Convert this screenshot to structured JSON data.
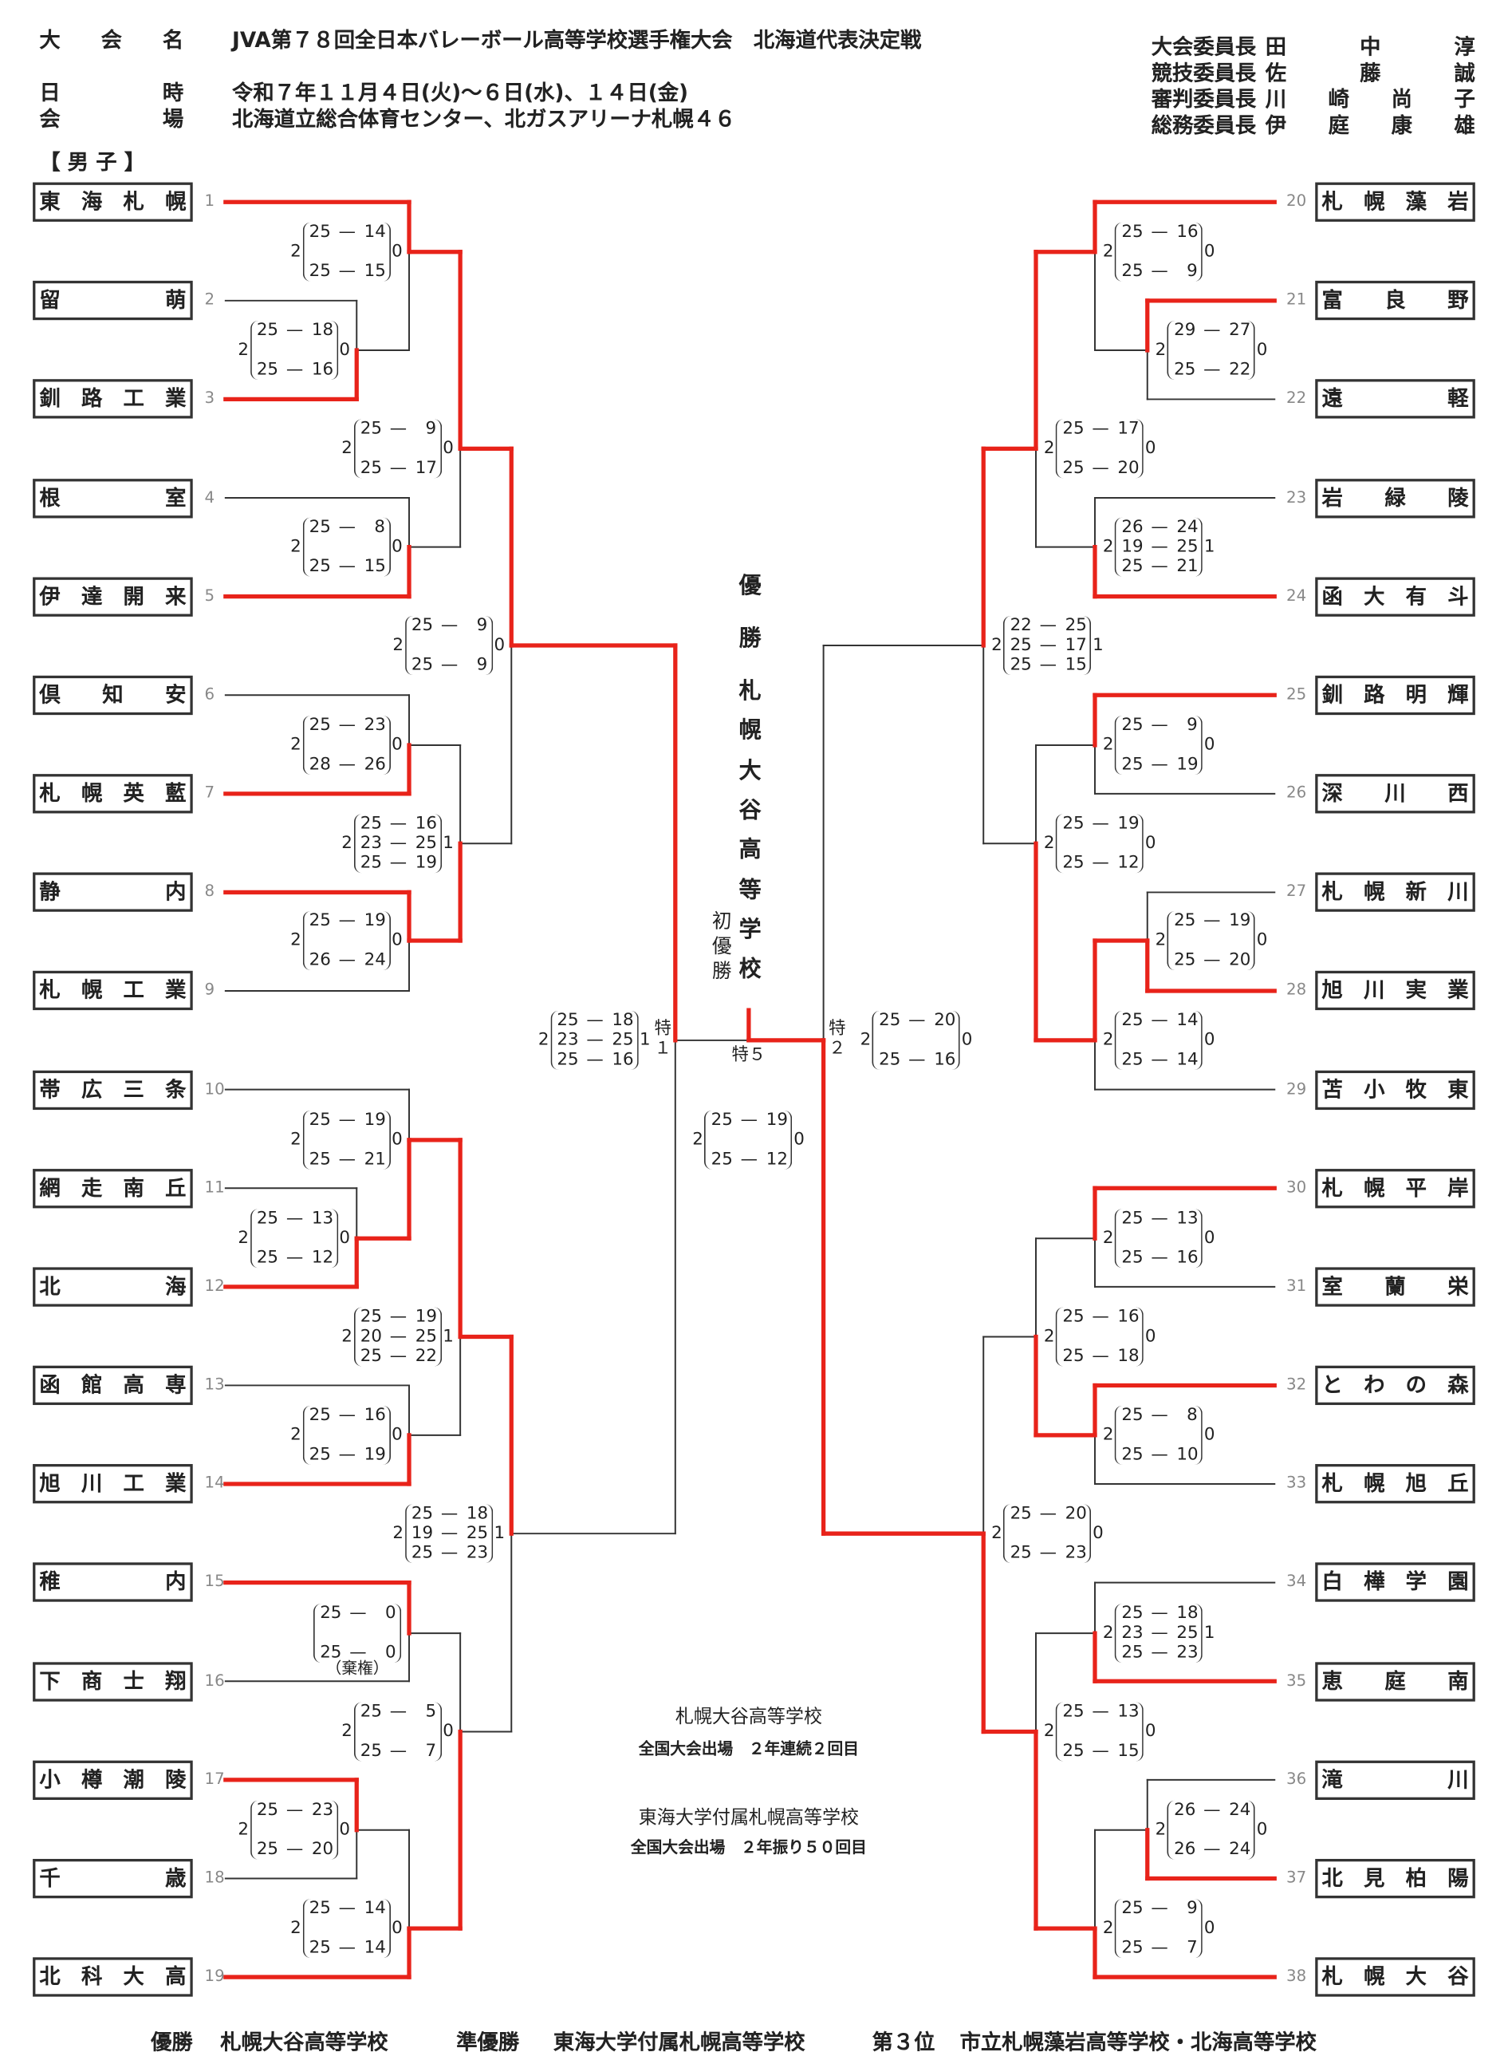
{
  "header": {
    "name_label": "大会名",
    "tournament": "JVA第７８回全日本バレーボール高等学校選手権大会　北海道代表決定戦",
    "date_label": "日時",
    "date": "令和７年１１月４日(火)～６日(水)、１４日(金)",
    "venue_label": "会場",
    "venue": "北海道立総合体育センター、北ガスアリーナ札幌４６",
    "officials": [
      {
        "role": "大会委員長",
        "name": "田中淳"
      },
      {
        "role": "競技委員長",
        "name": "佐藤誠"
      },
      {
        "role": "審判委員長",
        "name": "川崎尚子"
      },
      {
        "role": "総務委員長",
        "name": "伊庭康雄"
      }
    ]
  },
  "division": "【 男 子 】",
  "teams": [
    {
      "seed": "1",
      "name": "東海札幌"
    },
    {
      "seed": "2",
      "name": "留萌"
    },
    {
      "seed": "3",
      "name": "釧路工業"
    },
    {
      "seed": "4",
      "name": "根室"
    },
    {
      "seed": "5",
      "name": "伊達開来"
    },
    {
      "seed": "6",
      "name": "倶知安"
    },
    {
      "seed": "7",
      "name": "札幌英藍"
    },
    {
      "seed": "8",
      "name": "静内"
    },
    {
      "seed": "9",
      "name": "札幌工業"
    },
    {
      "seed": "10",
      "name": "帯広三条"
    },
    {
      "seed": "11",
      "name": "網走南丘"
    },
    {
      "seed": "12",
      "name": "北海"
    },
    {
      "seed": "13",
      "name": "函館高専"
    },
    {
      "seed": "14",
      "name": "旭川工業"
    },
    {
      "seed": "15",
      "name": "稚内"
    },
    {
      "seed": "16",
      "name": "下商士翔"
    },
    {
      "seed": "17",
      "name": "小樽潮陵"
    },
    {
      "seed": "18",
      "name": "千歳"
    },
    {
      "seed": "19",
      "name": "北科大高"
    },
    {
      "seed": "20",
      "name": "札幌藻岩"
    },
    {
      "seed": "21",
      "name": "富良野"
    },
    {
      "seed": "22",
      "name": "遠軽"
    },
    {
      "seed": "23",
      "name": "岩緑陵"
    },
    {
      "seed": "24",
      "name": "函大有斗"
    },
    {
      "seed": "25",
      "name": "釧路明輝"
    },
    {
      "seed": "26",
      "name": "深川西"
    },
    {
      "seed": "27",
      "name": "札幌新川"
    },
    {
      "seed": "28",
      "name": "旭川実業"
    },
    {
      "seed": "29",
      "name": "苫小牧東"
    },
    {
      "seed": "30",
      "name": "札幌平岸"
    },
    {
      "seed": "31",
      "name": "室蘭栄"
    },
    {
      "seed": "32",
      "name": "とわの森"
    },
    {
      "seed": "33",
      "name": "札幌旭丘"
    },
    {
      "seed": "34",
      "name": "白樺学園"
    },
    {
      "seed": "35",
      "name": "恵庭南"
    },
    {
      "seed": "36",
      "name": "滝川"
    },
    {
      "seed": "37",
      "name": "北見柏陽"
    },
    {
      "seed": "38",
      "name": "札幌大谷"
    }
  ],
  "matches": [
    {
      "id": "L1",
      "winner_seed": 3,
      "won": "2",
      "lost": "0",
      "sets": [
        [
          "25",
          "18"
        ],
        [
          "25",
          "16"
        ]
      ]
    },
    {
      "id": "L2",
      "winner_seed": 1,
      "won": "2",
      "lost": "0",
      "sets": [
        [
          "25",
          "14"
        ],
        [
          "25",
          "15"
        ]
      ]
    },
    {
      "id": "L3",
      "winner_seed": 5,
      "won": "2",
      "lost": "0",
      "sets": [
        [
          "25",
          "8"
        ],
        [
          "25",
          "15"
        ]
      ]
    },
    {
      "id": "L4",
      "winner_seed": 1,
      "won": "2",
      "lost": "0",
      "sets": [
        [
          "25",
          "9"
        ],
        [
          "25",
          "17"
        ]
      ]
    },
    {
      "id": "L5",
      "winner_seed": 7,
      "won": "2",
      "lost": "0",
      "sets": [
        [
          "25",
          "23"
        ],
        [
          "28",
          "26"
        ]
      ]
    },
    {
      "id": "L6",
      "winner_seed": 8,
      "won": "2",
      "lost": "0",
      "sets": [
        [
          "25",
          "19"
        ],
        [
          "26",
          "24"
        ]
      ]
    },
    {
      "id": "L7",
      "winner_seed": 8,
      "won": "2",
      "lost": "1",
      "sets": [
        [
          "25",
          "16"
        ],
        [
          "23",
          "25"
        ],
        [
          "25",
          "19"
        ]
      ]
    },
    {
      "id": "L8",
      "winner_seed": 1,
      "won": "2",
      "lost": "0",
      "sets": [
        [
          "25",
          "9"
        ],
        [
          "25",
          "9"
        ]
      ]
    },
    {
      "id": "L9",
      "winner_seed": 12,
      "won": "2",
      "lost": "0",
      "sets": [
        [
          "25",
          "13"
        ],
        [
          "25",
          "12"
        ]
      ]
    },
    {
      "id": "L10",
      "winner_seed": 12,
      "won": "2",
      "lost": "0",
      "sets": [
        [
          "25",
          "19"
        ],
        [
          "25",
          "21"
        ]
      ]
    },
    {
      "id": "L11",
      "winner_seed": 14,
      "won": "2",
      "lost": "0",
      "sets": [
        [
          "25",
          "16"
        ],
        [
          "25",
          "19"
        ]
      ]
    },
    {
      "id": "L12",
      "winner_seed": 12,
      "won": "2",
      "lost": "1",
      "sets": [
        [
          "25",
          "19"
        ],
        [
          "20",
          "25"
        ],
        [
          "25",
          "22"
        ]
      ]
    },
    {
      "id": "L13",
      "winner_seed": 15,
      "won": "",
      "lost": "",
      "sets": [
        [
          "25",
          "0"
        ],
        [
          "25",
          "0"
        ]
      ],
      "note": "（棄権）"
    },
    {
      "id": "L14",
      "winner_seed": 17,
      "won": "2",
      "lost": "0",
      "sets": [
        [
          "25",
          "23"
        ],
        [
          "25",
          "20"
        ]
      ]
    },
    {
      "id": "L15",
      "winner_seed": 19,
      "won": "2",
      "lost": "0",
      "sets": [
        [
          "25",
          "14"
        ],
        [
          "25",
          "14"
        ]
      ]
    },
    {
      "id": "L16",
      "winner_seed": 19,
      "won": "2",
      "lost": "0",
      "sets": [
        [
          "25",
          "5"
        ],
        [
          "25",
          "7"
        ]
      ]
    },
    {
      "id": "L17",
      "winner_seed": 12,
      "won": "2",
      "lost": "1",
      "sets": [
        [
          "25",
          "18"
        ],
        [
          "19",
          "25"
        ],
        [
          "25",
          "23"
        ]
      ]
    },
    {
      "id": "L18",
      "label": "特１",
      "winner_seed": 1,
      "won": "2",
      "lost": "1",
      "sets": [
        [
          "25",
          "18"
        ],
        [
          "23",
          "25"
        ],
        [
          "25",
          "16"
        ]
      ]
    },
    {
      "id": "R1",
      "winner_seed": 21,
      "won": "2",
      "lost": "0",
      "sets": [
        [
          "29",
          "27"
        ],
        [
          "25",
          "22"
        ]
      ]
    },
    {
      "id": "R2",
      "winner_seed": 20,
      "won": "2",
      "lost": "0",
      "sets": [
        [
          "25",
          "16"
        ],
        [
          "25",
          "9"
        ]
      ]
    },
    {
      "id": "R3",
      "winner_seed": 24,
      "won": "2",
      "lost": "1",
      "sets": [
        [
          "26",
          "24"
        ],
        [
          "19",
          "25"
        ],
        [
          "25",
          "21"
        ]
      ]
    },
    {
      "id": "R4",
      "winner_seed": 20,
      "won": "2",
      "lost": "0",
      "sets": [
        [
          "25",
          "17"
        ],
        [
          "25",
          "20"
        ]
      ]
    },
    {
      "id": "R5",
      "winner_seed": 25,
      "won": "2",
      "lost": "0",
      "sets": [
        [
          "25",
          "9"
        ],
        [
          "25",
          "19"
        ]
      ]
    },
    {
      "id": "R6",
      "winner_seed": 28,
      "won": "2",
      "lost": "0",
      "sets": [
        [
          "25",
          "19"
        ],
        [
          "25",
          "20"
        ]
      ]
    },
    {
      "id": "R7",
      "winner_seed": 28,
      "won": "2",
      "lost": "0",
      "sets": [
        [
          "25",
          "14"
        ],
        [
          "25",
          "14"
        ]
      ]
    },
    {
      "id": "R8",
      "winner_seed": 28,
      "won": "2",
      "lost": "0",
      "sets": [
        [
          "25",
          "19"
        ],
        [
          "25",
          "12"
        ]
      ]
    },
    {
      "id": "R9",
      "winner_seed": 20,
      "won": "2",
      "lost": "1",
      "sets": [
        [
          "22",
          "25"
        ],
        [
          "25",
          "17"
        ],
        [
          "25",
          "15"
        ]
      ]
    },
    {
      "id": "R10",
      "winner_seed": 30,
      "won": "2",
      "lost": "0",
      "sets": [
        [
          "25",
          "13"
        ],
        [
          "25",
          "16"
        ]
      ]
    },
    {
      "id": "R11",
      "winner_seed": 32,
      "won": "2",
      "lost": "0",
      "sets": [
        [
          "25",
          "8"
        ],
        [
          "25",
          "10"
        ]
      ]
    },
    {
      "id": "R12",
      "winner_seed": 32,
      "won": "2",
      "lost": "0",
      "sets": [
        [
          "25",
          "16"
        ],
        [
          "25",
          "18"
        ]
      ]
    },
    {
      "id": "R13",
      "winner_seed": 35,
      "won": "2",
      "lost": "1",
      "sets": [
        [
          "25",
          "18"
        ],
        [
          "23",
          "25"
        ],
        [
          "25",
          "23"
        ]
      ]
    },
    {
      "id": "R14",
      "winner_seed": 37,
      "won": "2",
      "lost": "0",
      "sets": [
        [
          "26",
          "24"
        ],
        [
          "26",
          "24"
        ]
      ]
    },
    {
      "id": "R15",
      "winner_seed": 38,
      "won": "2",
      "lost": "0",
      "sets": [
        [
          "25",
          "9"
        ],
        [
          "25",
          "7"
        ]
      ]
    },
    {
      "id": "R16",
      "winner_seed": 38,
      "won": "2",
      "lost": "0",
      "sets": [
        [
          "25",
          "13"
        ],
        [
          "25",
          "15"
        ]
      ]
    },
    {
      "id": "R17",
      "winner_seed": 38,
      "won": "2",
      "lost": "0",
      "sets": [
        [
          "25",
          "20"
        ],
        [
          "25",
          "23"
        ]
      ]
    },
    {
      "id": "R18",
      "label": "特２",
      "winner_seed": 38,
      "won": "2",
      "lost": "0",
      "sets": [
        [
          "25",
          "20"
        ],
        [
          "25",
          "16"
        ]
      ]
    },
    {
      "id": "F",
      "label": "特５",
      "winner_seed": 38,
      "won": "2",
      "lost": "0",
      "sets": [
        [
          "25",
          "19"
        ],
        [
          "25",
          "12"
        ]
      ]
    }
  ],
  "champion": {
    "title": "優勝",
    "school": "札幌大谷高等学校",
    "badge": "初優勝"
  },
  "notes": [
    {
      "school": "札幌大谷高等学校",
      "detail": "全国大会出場　２年連続２回目"
    },
    {
      "school": "東海大学付属札幌高等学校",
      "detail": "全国大会出場　２年振り５０回目"
    }
  ],
  "results": {
    "winner_label": "優勝",
    "winner": "札幌大谷高等学校",
    "runner_up_label": "準優勝",
    "runner_up": "東海大学付属札幌高等学校",
    "third_label": "第３位",
    "third": "市立札幌藻岩高等学校・北海高等学校"
  },
  "colors": {
    "winner_line": "#e8231a",
    "line": "#333333"
  }
}
